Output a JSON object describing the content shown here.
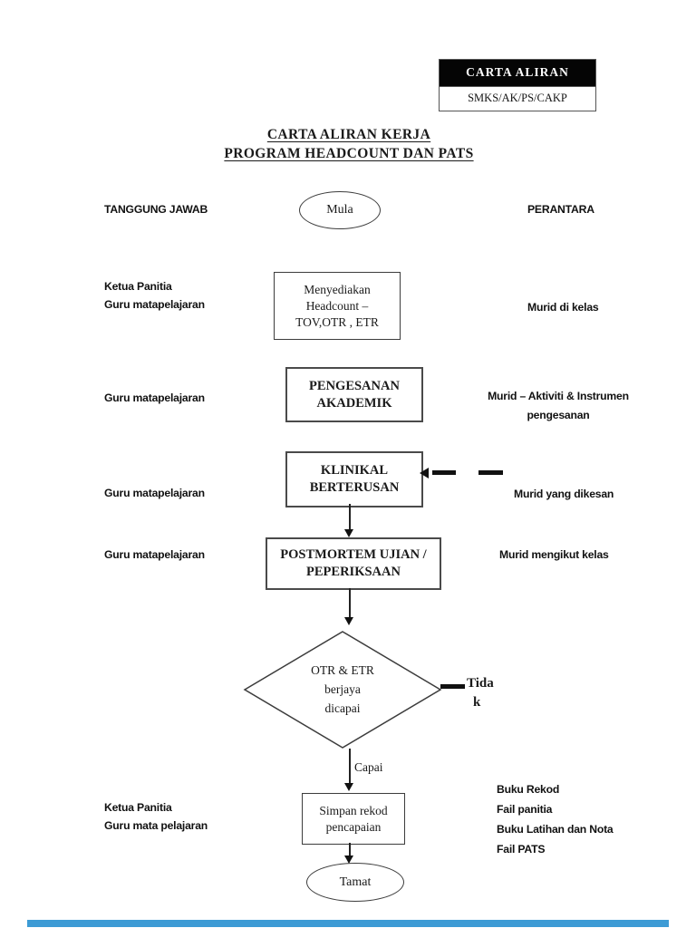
{
  "doc_label": {
    "title": "CARTA ALIRAN",
    "code": "SMKS/AK/PS/CAKP"
  },
  "title": {
    "line1": "CARTA ALIRAN KERJA",
    "line2": "PROGRAM HEADCOUNT DAN PATS"
  },
  "columns": {
    "left_header": "TANGGUNG JAWAB",
    "right_header": "PERANTARA"
  },
  "flow": {
    "start_label": "Mula",
    "step1": {
      "line1": "Menyediakan",
      "line2": "Headcount –",
      "line3": "TOV,OTR , ETR"
    },
    "step2": {
      "line1": "PENGESANAN",
      "line2": "AKADEMIK"
    },
    "step3": {
      "line1": "KLINIKAL",
      "line2": "BERTERUSAN"
    },
    "step4": {
      "line1": "POSTMORTEM UJIAN /",
      "line2": "PEPERIKSAAN"
    },
    "decision": {
      "line1": "OTR & ETR",
      "line2": "berjaya",
      "line3": "dicapai"
    },
    "no_label": {
      "line1": "Tida",
      "line2": "k"
    },
    "yes_label": "Capai",
    "step5": {
      "line1": "Simpan rekod",
      "line2": "pencapaian"
    },
    "end_label": "Tamat"
  },
  "responsibilities": [
    {
      "lines": [
        "Ketua Panitia",
        "Guru matapelajaran"
      ]
    },
    {
      "lines": [
        "Guru matapelajaran"
      ]
    },
    {
      "lines": [
        "Guru matapelajaran"
      ]
    },
    {
      "lines": [
        "Guru matapelajaran"
      ]
    },
    {
      "lines": [
        "Ketua Panitia",
        "Guru mata pelajaran"
      ]
    }
  ],
  "intermediaries": [
    {
      "lines": [
        "Murid di kelas"
      ]
    },
    {
      "lines": [
        "Murid – Aktiviti & Instrumen",
        "pengesanan"
      ]
    },
    {
      "lines": [
        "Murid yang dikesan"
      ]
    },
    {
      "lines": [
        "Murid mengikut kelas"
      ]
    },
    {
      "lines": [
        "Buku Rekod",
        "Fail panitia",
        "Buku Latihan dan Nota",
        "Fail PATS"
      ]
    }
  ],
  "colors": {
    "ink": "#111111",
    "page_bar_blue": "#3d9bd5"
  }
}
